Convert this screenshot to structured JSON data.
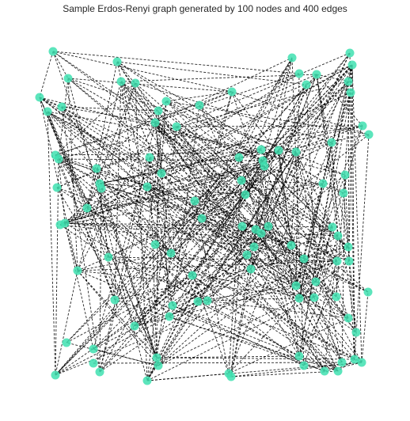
{
  "title": "Sample Erdos-Renyi graph generated by 100 nodes and 400 edges",
  "graph": {
    "node_count": 100,
    "edge_count": 400,
    "node_color": "#40E0B0",
    "edge_color": "#000000",
    "edge_style": "dashed",
    "axes_visible": false
  }
}
